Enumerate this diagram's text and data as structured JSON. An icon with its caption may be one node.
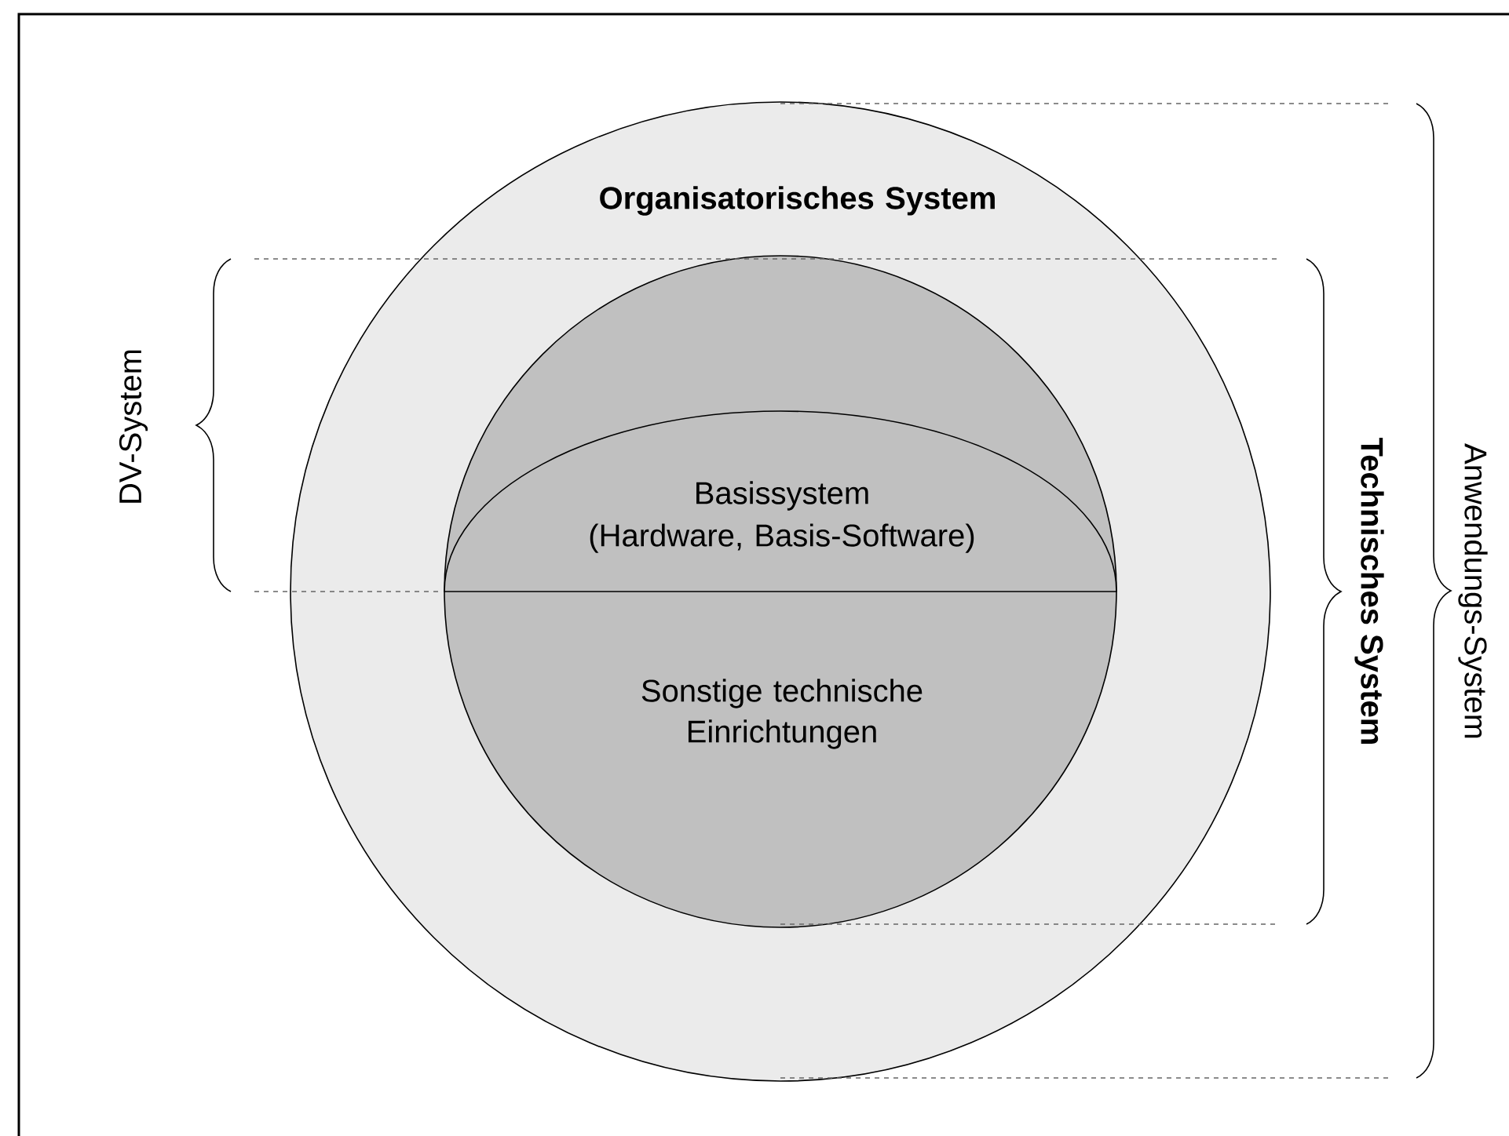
{
  "diagram": {
    "nodes": [
      {
        "text": [
          "Organisatorisches System"
        ]
      },
      {
        "text": [
          "Sonstige technische Einrichtungen"
        ],
        "in": 0
      },
      {
        "text": [
          "Basissystem",
          "(Hardware, Basis-Software)"
        ],
        "in": 1
      }
    ],
    "labels": [
      "DV-System",
      "Technisches System",
      "Anwendungs-System"
    ]
  }
}
